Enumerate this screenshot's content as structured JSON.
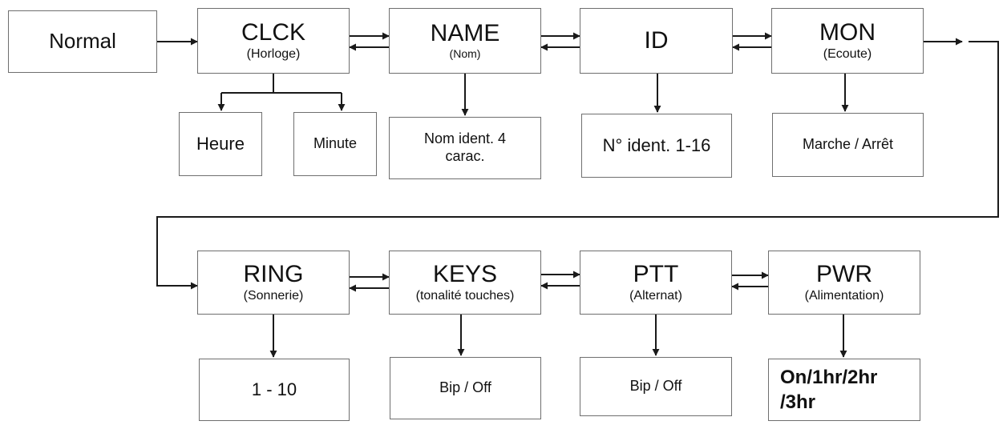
{
  "row1": {
    "normal": "Normal",
    "clck": {
      "title": "CLCK",
      "sub": "(Horloge)"
    },
    "heure": "Heure",
    "minute": "Minute",
    "name": {
      "title": "NAME",
      "sub": "(Nom)"
    },
    "nom_ident": "Nom ident. 4 carac.",
    "id": {
      "title": "ID"
    },
    "no_ident": "N° ident. 1-16",
    "mon": {
      "title": "MON",
      "sub": "(Ecoute)"
    },
    "marche": "Marche / Arrêt"
  },
  "row2": {
    "ring": {
      "title": "RING",
      "sub": "(Sonnerie)"
    },
    "ring_range": "1 - 10",
    "keys": {
      "title": "KEYS",
      "sub": "(tonalité touches)"
    },
    "keys_opt": "Bip / Off",
    "ptt": {
      "title": "PTT",
      "sub": "(Alternat)"
    },
    "ptt_opt": "Bip / Off",
    "pwr": {
      "title": "PWR",
      "sub": "(Alimentation)"
    },
    "pwr_opt": "On/1hr/2hr /3hr"
  },
  "colors": {
    "line": "#1a1a1a",
    "border": "#6f6f6f"
  }
}
